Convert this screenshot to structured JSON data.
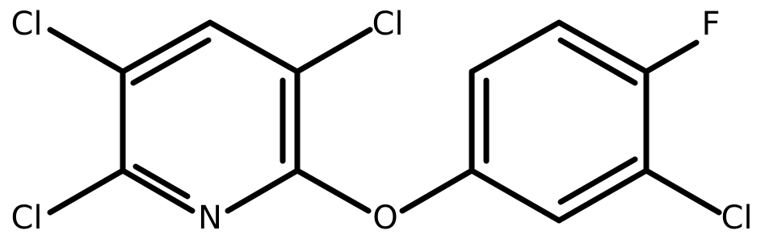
{
  "molecule": {
    "atoms": {
      "cl_top_left": "Cl",
      "cl_top_right": "Cl",
      "cl_bottom_left": "Cl",
      "n_ring": "N",
      "o_bridge": "O",
      "f_top": "F",
      "cl_bottom_right": "Cl"
    }
  }
}
